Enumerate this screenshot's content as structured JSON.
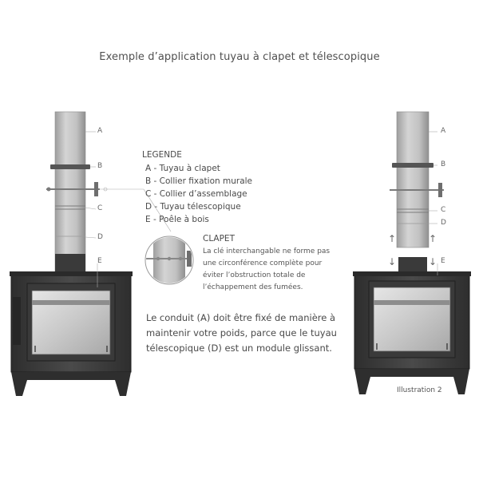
{
  "title": "Exemple d’application tuyau à clapet et télescopique",
  "legend": {
    "heading": "LEGENDE",
    "items": [
      "A - Tuyau à clapet",
      "B - Collier fixation murale",
      "C - Collier d’assemblage",
      "D - Tuyau télescopique",
      "E - Poêle à bois"
    ]
  },
  "clapet": {
    "heading": "CLAPET",
    "lines": [
      "La clé interchangable ne forme pas",
      "une circonférence complète pour",
      "éviter l’obstruction totale de",
      "l’échappement des fumées."
    ]
  },
  "note": "Le conduit (A) doit être fixé de manière à maintenir votre poids, parce que le tuyau télescopique (D) est un module glissant.",
  "caption": "Illustration 2",
  "labels": {
    "a": "A",
    "b": "B",
    "c": "C",
    "d": "D",
    "e": "E"
  },
  "arrows": {
    "up": "↑",
    "down": "↓"
  },
  "colors": {
    "stove": "#3c3c3c",
    "stove_dark": "#2a2a2a",
    "pipe": "#b8b8b8",
    "glass": "#d0d0d0"
  }
}
